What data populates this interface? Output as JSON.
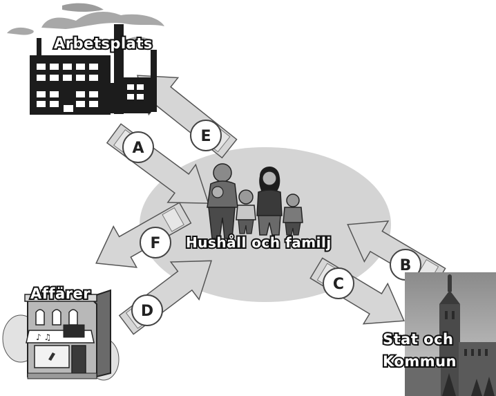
{
  "nodes": {
    "workplace": "Arbetsplats",
    "household": "Hushåll och familj",
    "shops": "Affärer",
    "state_line1": "Stat och",
    "state_line2": "Kommun"
  },
  "arrows": {
    "a": "A",
    "b": "B",
    "c": "C",
    "d": "D",
    "e": "E",
    "f": "F"
  },
  "colors": {
    "ellipse": "#d4d4d4",
    "arrow_fill": "#d6d6d6",
    "arrow_stroke": "#555555",
    "building": "#1c1c1c"
  }
}
